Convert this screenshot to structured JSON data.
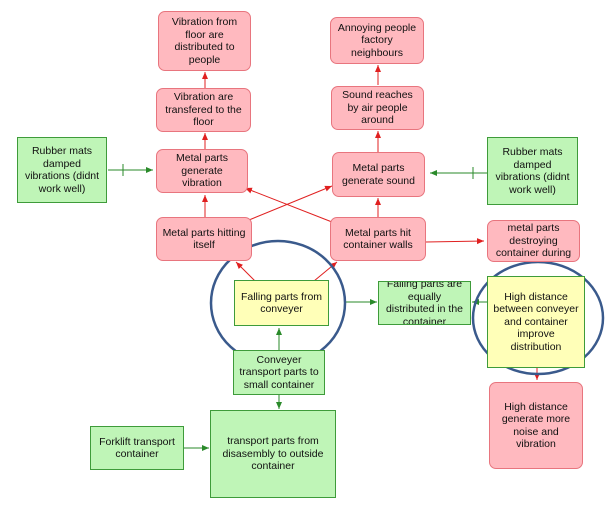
{
  "nodes": {
    "vibration_to_people": "Vibration from floor are distributed to people",
    "annoying_people": "Annoying people factory neighbours",
    "vibration_to_floor": "Vibration are transfered to the floor",
    "sound_reaches": "Sound reaches by air people around",
    "rubber_mats_left": "Rubber mats damped vibrations (didnt work well)",
    "metal_parts_vibration": "Metal parts generate vibration",
    "metal_parts_sound": "Metal parts generate sound",
    "rubber_mats_right": "Rubber mats damped vibrations (didnt work well)",
    "metal_hitting_itself": "Metal parts hitting itself",
    "metal_hit_walls": "Metal parts hit container walls",
    "metal_destroying": "metal parts destroying container during",
    "falling_parts": "Falling parts from conveyer",
    "equally_distributed": "Falling parts are equally distributed in the container",
    "high_distance": "High distance between conveyer and container improve distribution",
    "conveyer_transport": "Conveyer transport parts to small container",
    "high_distance_noise": "High distance generate more noise and vibration",
    "forklift": "Forklift transport container",
    "transport_outside": "transport parts from disasembly to outside container"
  },
  "colors": {
    "problem_fill": "#ffb9bf",
    "problem_border": "#e8757e",
    "solution_fill": "#bff5b7",
    "solution_border": "#3e9b3a",
    "highlight_fill": "#ffffb8",
    "red_arrow": "#e02020",
    "green_arrow": "#2a8a2a",
    "circle": "#3a5a8c"
  }
}
